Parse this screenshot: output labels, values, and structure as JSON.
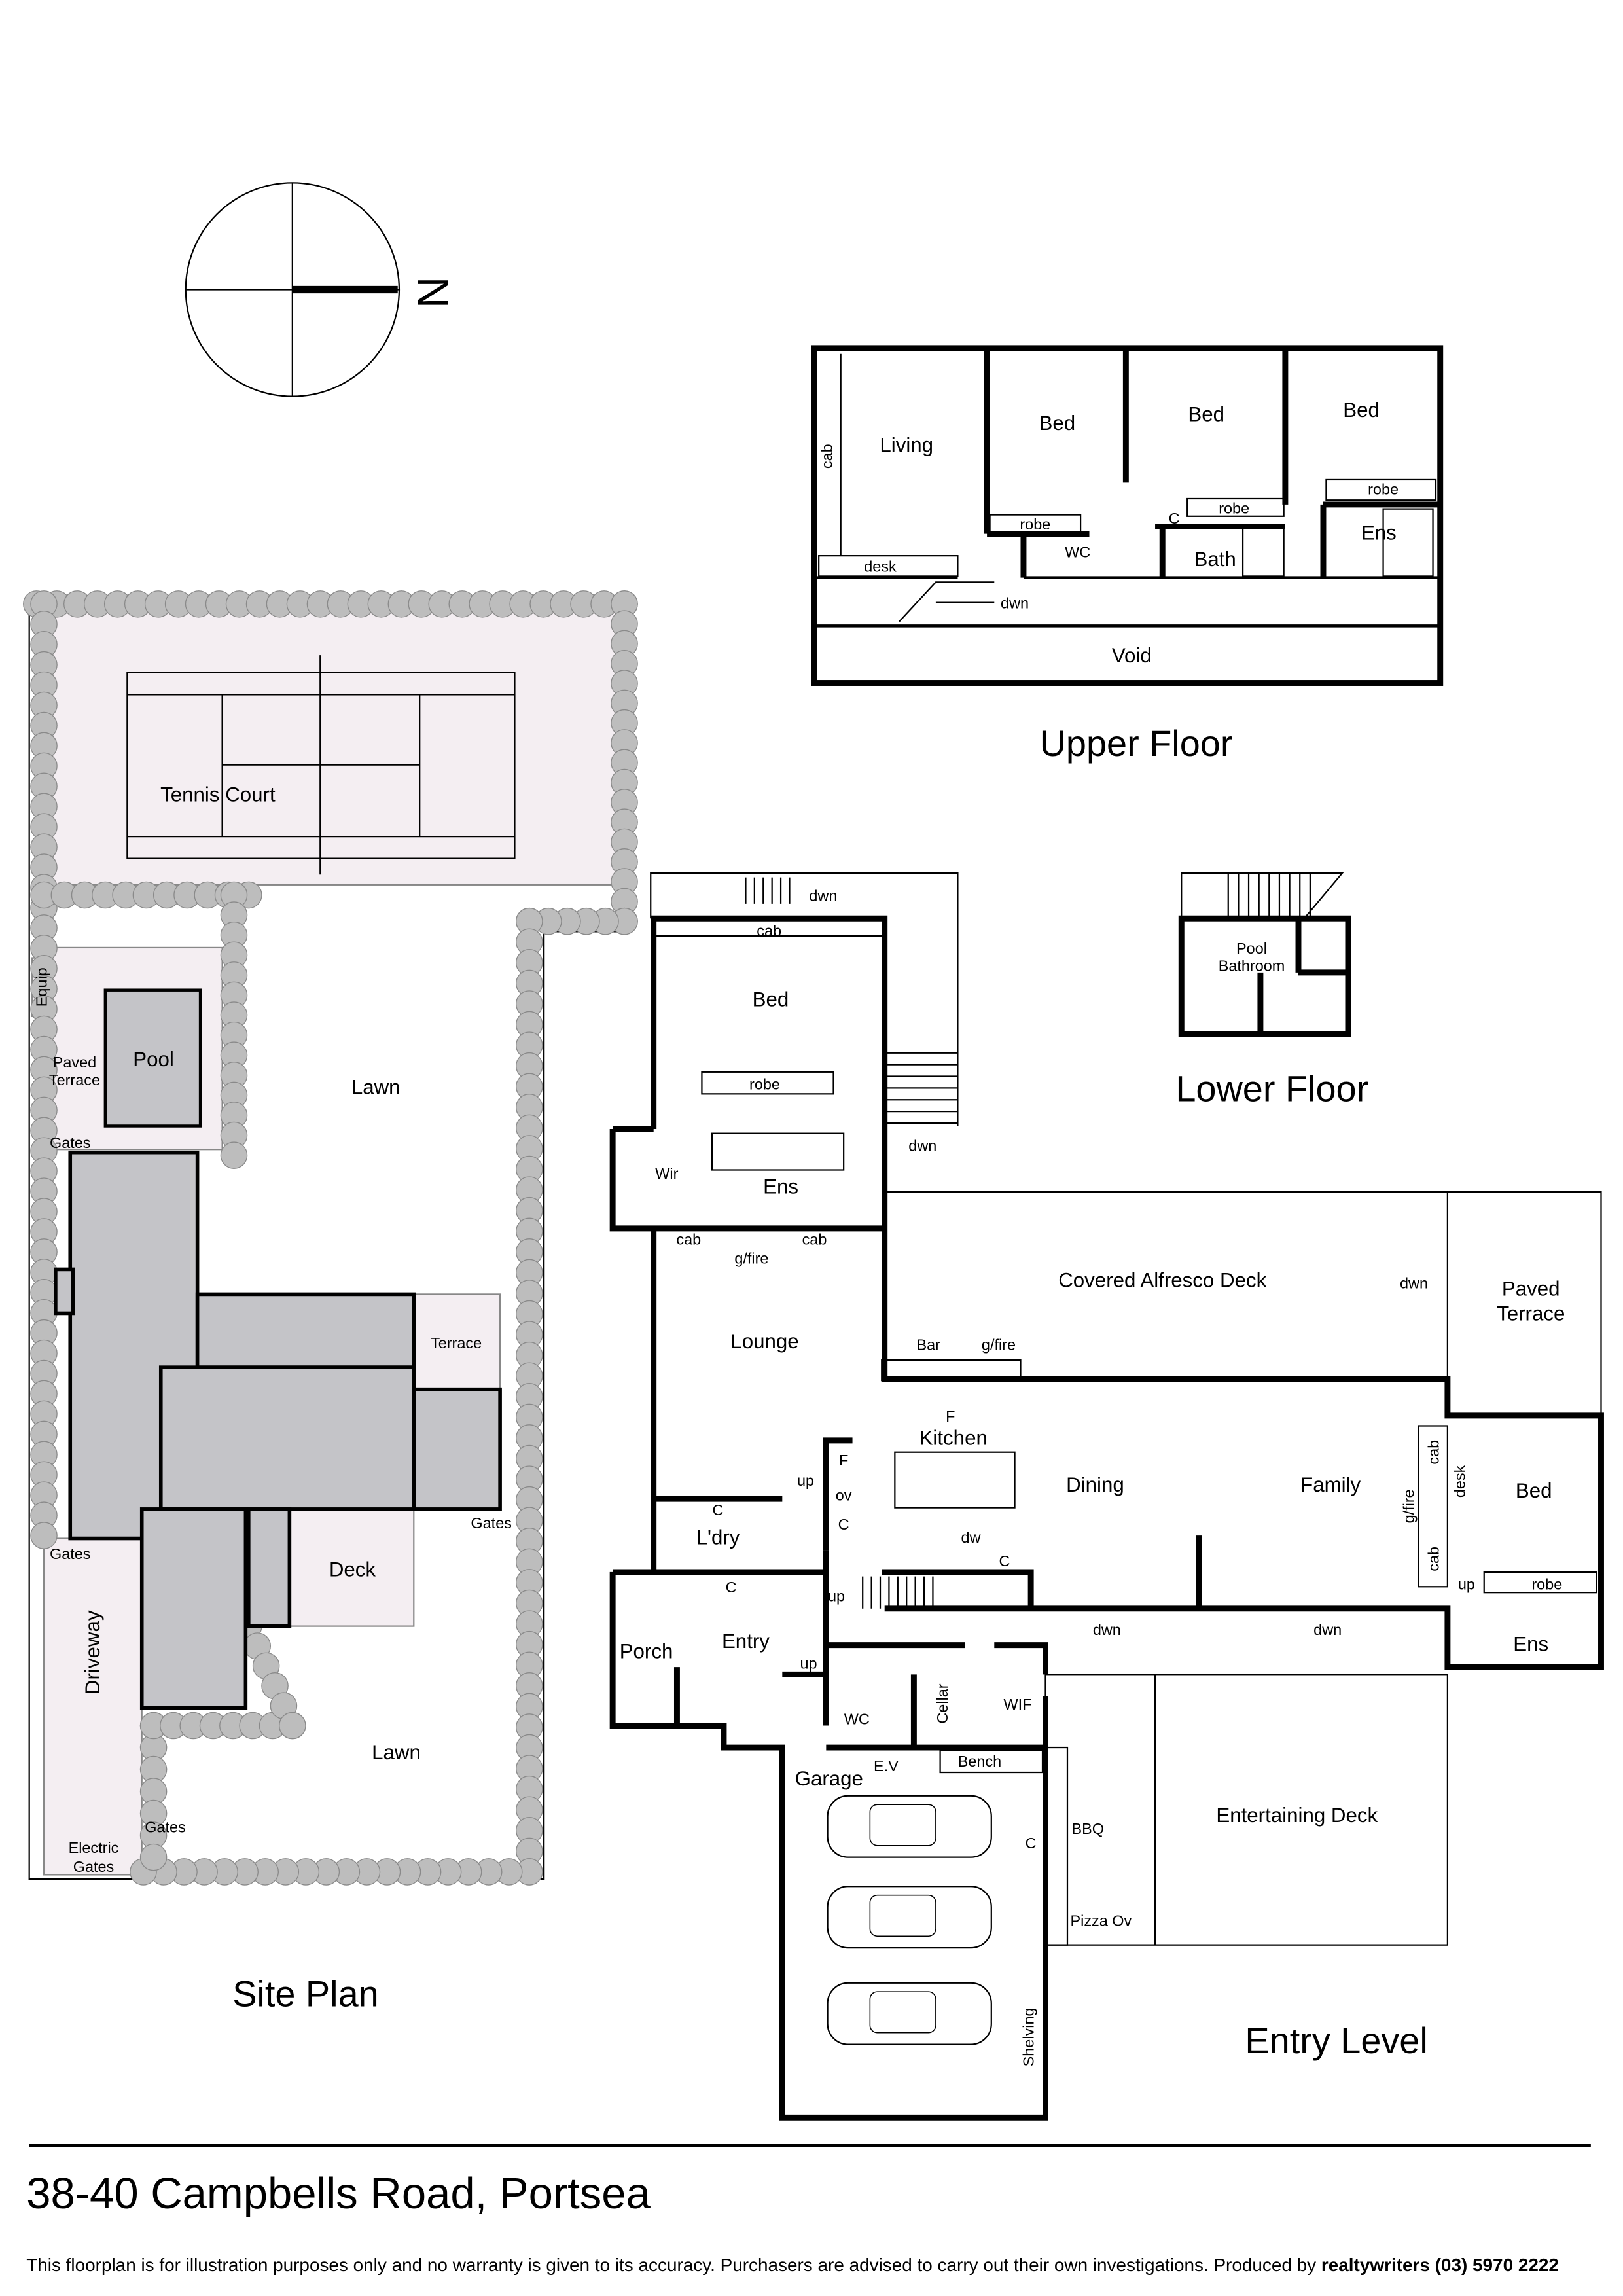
{
  "title": "38-40 Campbells Road, Portsea",
  "disclaimer": "This floorplan is for illustration purposes only and no warranty is given to its accuracy. Purchasers are advised to carry out their own investigations. Produced by",
  "producer": "realtywriters (03) 5970 2222",
  "compass": {
    "label": "N"
  },
  "upper_floor": {
    "heading": "Upper Floor",
    "labels": [
      "Living",
      "Bed",
      "Bed",
      "Bed",
      "cab",
      "robe",
      "robe",
      "robe",
      "desk",
      "WC",
      "C",
      "Bath",
      "Ens",
      "dwn",
      "Void"
    ]
  },
  "lower_floor": {
    "heading": "Lower Floor",
    "labels": [
      "Pool",
      "Bathroom"
    ]
  },
  "site_plan": {
    "heading": "Site  Plan",
    "labels": [
      "Tennis Court",
      "Equip",
      "Paved",
      "Terrace",
      "Pool",
      "Lawn",
      "Gates",
      "Terrace",
      "Gates",
      "Gates",
      "Deck",
      "Driveway",
      "Lawn",
      "Gates",
      "Electric",
      "Gates"
    ]
  },
  "entry_level": {
    "heading": "Entry Level",
    "labels": [
      "dwn",
      "cab",
      "Bed",
      "robe",
      "dwn",
      "Wir",
      "Ens",
      "cab",
      "g/fire",
      "cab",
      "Covered Alfresco Deck",
      "dwn",
      "Paved",
      "Terrace",
      "Lounge",
      "Bar",
      "g/fire",
      "F",
      "Kitchen",
      "Dining",
      "Family",
      "cab",
      "desk",
      "g/fire",
      "cab",
      "Bed",
      "F",
      "ov",
      "C",
      "up",
      "C",
      "L'dry",
      "dw",
      "C",
      "C",
      "up",
      "dwn",
      "dwn",
      "up",
      "robe",
      "Ens",
      "Porch",
      "Entry",
      "up",
      "WC",
      "Cellar",
      "WIF",
      "E.V",
      "Bench",
      "Garage",
      "Entertaining Deck",
      "BBQ",
      "C",
      "Pizza Ov",
      "Shelving"
    ]
  }
}
